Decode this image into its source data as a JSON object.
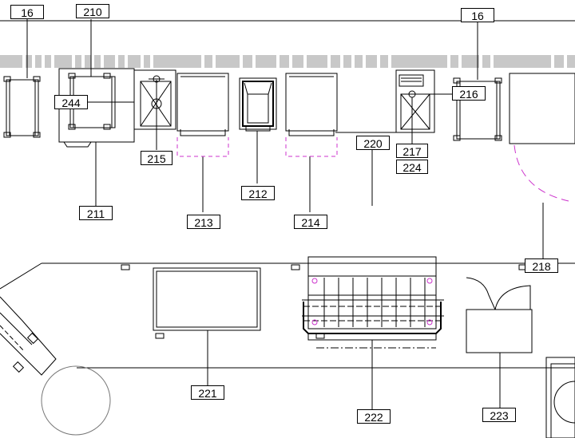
{
  "labels": {
    "l16a": "16",
    "l210": "210",
    "l16b": "16",
    "l244": "244",
    "l216": "216",
    "l215": "215",
    "l220": "220",
    "l217": "217",
    "l224": "224",
    "l212": "212",
    "l211": "211",
    "l213": "213",
    "l214": "214",
    "l218": "218",
    "l221": "221",
    "l222": "222",
    "l223": "223"
  }
}
